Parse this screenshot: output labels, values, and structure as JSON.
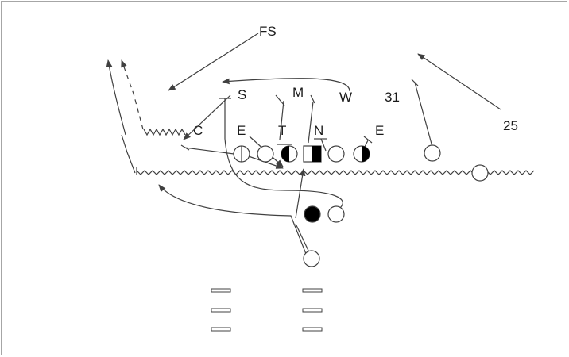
{
  "defense_labels": {
    "fs": "FS",
    "s": "S",
    "m": "M",
    "w": "W",
    "c": "C",
    "e_left": "E",
    "t": "T",
    "n": "N",
    "e_right": "E",
    "n31": "31",
    "n25": "25"
  },
  "colors": {
    "line": "#404040",
    "player_fill": "#ffffff",
    "filled": "#000000",
    "border": "#a6a6a6"
  }
}
